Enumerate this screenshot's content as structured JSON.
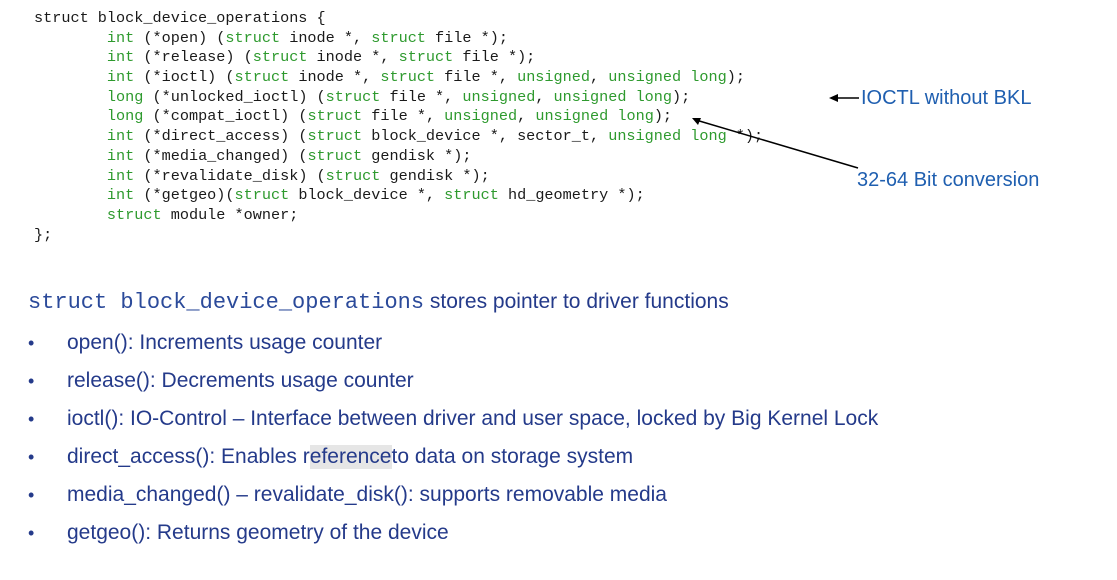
{
  "code_lines": [
    [
      {
        "t": "struct block_device_operations {",
        "c": "plain"
      }
    ],
    [
      {
        "t": "        ",
        "c": "plain"
      },
      {
        "t": "int",
        "c": "kw"
      },
      {
        "t": " (*open) (",
        "c": "plain"
      },
      {
        "t": "struct",
        "c": "kw"
      },
      {
        "t": " inode *, ",
        "c": "plain"
      },
      {
        "t": "struct",
        "c": "kw"
      },
      {
        "t": " file *);",
        "c": "plain"
      }
    ],
    [
      {
        "t": "        ",
        "c": "plain"
      },
      {
        "t": "int",
        "c": "kw"
      },
      {
        "t": " (*release) (",
        "c": "plain"
      },
      {
        "t": "struct",
        "c": "kw"
      },
      {
        "t": " inode *, ",
        "c": "plain"
      },
      {
        "t": "struct",
        "c": "kw"
      },
      {
        "t": " file *);",
        "c": "plain"
      }
    ],
    [
      {
        "t": "        ",
        "c": "plain"
      },
      {
        "t": "int",
        "c": "kw"
      },
      {
        "t": " (*ioctl) (",
        "c": "plain"
      },
      {
        "t": "struct",
        "c": "kw"
      },
      {
        "t": " inode *, ",
        "c": "plain"
      },
      {
        "t": "struct",
        "c": "kw"
      },
      {
        "t": " file *, ",
        "c": "plain"
      },
      {
        "t": "unsigned",
        "c": "kw"
      },
      {
        "t": ", ",
        "c": "plain"
      },
      {
        "t": "unsigned long",
        "c": "kw"
      },
      {
        "t": ");",
        "c": "plain"
      }
    ],
    [
      {
        "t": "        ",
        "c": "plain"
      },
      {
        "t": "long",
        "c": "kw"
      },
      {
        "t": " (*unlocked_ioctl) (",
        "c": "plain"
      },
      {
        "t": "struct",
        "c": "kw"
      },
      {
        "t": " file *, ",
        "c": "plain"
      },
      {
        "t": "unsigned",
        "c": "kw"
      },
      {
        "t": ", ",
        "c": "plain"
      },
      {
        "t": "unsigned long",
        "c": "kw"
      },
      {
        "t": ");",
        "c": "plain"
      }
    ],
    [
      {
        "t": "        ",
        "c": "plain"
      },
      {
        "t": "long",
        "c": "kw"
      },
      {
        "t": " (*compat_ioctl) (",
        "c": "plain"
      },
      {
        "t": "struct",
        "c": "kw"
      },
      {
        "t": " file *, ",
        "c": "plain"
      },
      {
        "t": "unsigned",
        "c": "kw"
      },
      {
        "t": ", ",
        "c": "plain"
      },
      {
        "t": "unsigned long",
        "c": "kw"
      },
      {
        "t": ");",
        "c": "plain"
      }
    ],
    [
      {
        "t": "        ",
        "c": "plain"
      },
      {
        "t": "int",
        "c": "kw"
      },
      {
        "t": " (*direct_access) (",
        "c": "plain"
      },
      {
        "t": "struct",
        "c": "kw"
      },
      {
        "t": " block_device *, sector_t, ",
        "c": "plain"
      },
      {
        "t": "unsigned long",
        "c": "kw"
      },
      {
        "t": " *);",
        "c": "plain"
      }
    ],
    [
      {
        "t": "        ",
        "c": "plain"
      },
      {
        "t": "int",
        "c": "kw"
      },
      {
        "t": " (*media_changed) (",
        "c": "plain"
      },
      {
        "t": "struct",
        "c": "kw"
      },
      {
        "t": " gendisk *);",
        "c": "plain"
      }
    ],
    [
      {
        "t": "        ",
        "c": "plain"
      },
      {
        "t": "int",
        "c": "kw"
      },
      {
        "t": " (*revalidate_disk) (",
        "c": "plain"
      },
      {
        "t": "struct",
        "c": "kw"
      },
      {
        "t": " gendisk *);",
        "c": "plain"
      }
    ],
    [
      {
        "t": "        ",
        "c": "plain"
      },
      {
        "t": "int",
        "c": "kw"
      },
      {
        "t": " (*getgeo)(",
        "c": "plain"
      },
      {
        "t": "struct",
        "c": "kw"
      },
      {
        "t": " block_device *, ",
        "c": "plain"
      },
      {
        "t": "struct",
        "c": "kw"
      },
      {
        "t": " hd_geometry *);",
        "c": "plain"
      }
    ],
    [
      {
        "t": "        ",
        "c": "plain"
      },
      {
        "t": "struct",
        "c": "kw"
      },
      {
        "t": " module *owner;",
        "c": "plain"
      }
    ],
    [
      {
        "t": "};",
        "c": "plain"
      }
    ]
  ],
  "annotations": {
    "ioctl_note": "IOCTL without BKL",
    "compat_note": "32-64 Bit conversion"
  },
  "headline": {
    "code": "struct block_device_operations",
    "text": " stores pointer to driver functions"
  },
  "bullet_char": "•",
  "bullets": [
    {
      "text": "open(): Increments usage counter"
    },
    {
      "text": "release(): Decrements usage counter"
    },
    {
      "text": "ioctl(): IO-Control – Interface between driver and user space, locked by Big Kernel Lock"
    },
    {
      "before": "direct_access(): Enables r",
      "highlight": "eference",
      "after": " to data on storage system"
    },
    {
      "text": "media_changed() – revalidate_disk(): supports removable media"
    },
    {
      "text": "getgeo(): Returns geometry of the device"
    }
  ],
  "colors": {
    "keyword": "#2e9a2e",
    "annotation": "#1f5fb0",
    "body_text": "#243a8a"
  }
}
